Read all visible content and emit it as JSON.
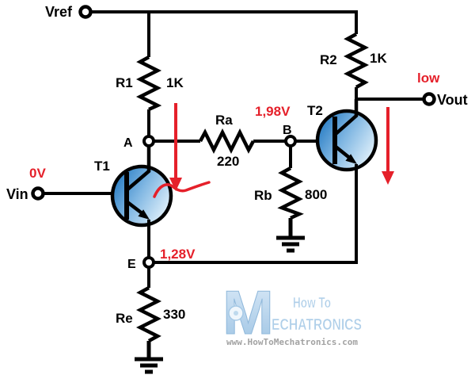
{
  "circuit": {
    "terminals": {
      "vref": "Vref",
      "vin": "Vin",
      "vout": "Vout"
    },
    "nodes": {
      "a": "A",
      "b": "B",
      "e": "E"
    },
    "voltages": {
      "vin": "0V",
      "node_b": "1,98V",
      "node_e": "1,28V",
      "vout_state": "low"
    },
    "resistors": {
      "r1": {
        "label": "R1",
        "value": "1K"
      },
      "r2": {
        "label": "R2",
        "value": "1K"
      },
      "ra": {
        "label": "Ra",
        "value": "220"
      },
      "rb": {
        "label": "Rb",
        "value": "800"
      },
      "re": {
        "label": "Re",
        "value": "330"
      }
    },
    "transistors": {
      "t1": "T1",
      "t2": "T2"
    },
    "colors": {
      "wire": "#000000",
      "annotation_red": "#e5202a",
      "transistor_blue": "#2379c2"
    }
  },
  "watermark": {
    "monogram": "M",
    "line1": "How To",
    "line2": "ECHATRONICS",
    "url": "www.HowToMechatronics.com"
  }
}
